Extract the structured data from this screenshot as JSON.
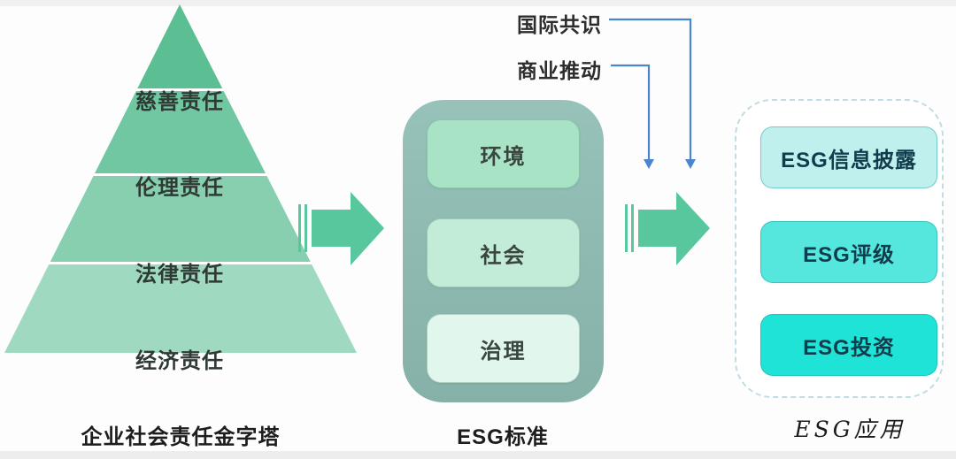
{
  "pyramid": {
    "caption": "企业社会责任金字塔",
    "levels": [
      {
        "label": "慈善责任",
        "color": "#5cbe93"
      },
      {
        "label": "伦理责任",
        "color": "#70c7a1"
      },
      {
        "label": "法律责任",
        "color": "#87cfae"
      },
      {
        "label": "经济责任",
        "color": "#9fd9bf"
      }
    ]
  },
  "esg_standard": {
    "caption": "ESG标准",
    "container_color": "#8fbab2",
    "items": [
      {
        "label": "环境",
        "color": "#a7e3c4"
      },
      {
        "label": "社会",
        "color": "#c2ecd8"
      },
      {
        "label": "治理",
        "color": "#e1f6ec"
      }
    ]
  },
  "esg_application": {
    "caption": "ESG应用",
    "items": [
      {
        "label": "ESG信息披露",
        "color": "#bff0ee"
      },
      {
        "label": "ESG评级",
        "color": "#55e6de"
      },
      {
        "label": "ESG投资",
        "color": "#1fe3d7"
      }
    ]
  },
  "annotations": {
    "international_consensus": "国际共识",
    "business_drive": "商业推动",
    "line_color": "#4a86cf"
  },
  "arrows": {
    "color": "#58c79e"
  }
}
